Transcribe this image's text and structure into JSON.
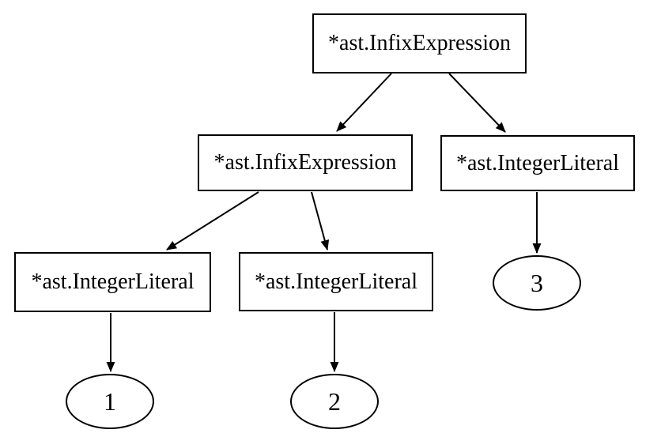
{
  "diagram": {
    "type": "ast-tree",
    "background_color": "#ffffff",
    "node_border_color": "#000000",
    "node_fill_color": "#ffffff",
    "text_color": "#000000",
    "nodes": {
      "root_infix": {
        "label": "*ast.InfixExpression",
        "shape": "box"
      },
      "left_infix": {
        "label": "*ast.InfixExpression",
        "shape": "box"
      },
      "right_intlit": {
        "label": "*ast.IntegerLiteral",
        "shape": "box"
      },
      "bl_intlit": {
        "label": "*ast.IntegerLiteral",
        "shape": "box"
      },
      "bm_intlit": {
        "label": "*ast.IntegerLiteral",
        "shape": "box"
      },
      "leaf_1": {
        "label": "1",
        "shape": "ellipse"
      },
      "leaf_2": {
        "label": "2",
        "shape": "ellipse"
      },
      "leaf_3": {
        "label": "3",
        "shape": "ellipse"
      }
    },
    "edges": [
      {
        "from": "root_infix",
        "to": "left_infix"
      },
      {
        "from": "root_infix",
        "to": "right_intlit"
      },
      {
        "from": "left_infix",
        "to": "bl_intlit"
      },
      {
        "from": "left_infix",
        "to": "bm_intlit"
      },
      {
        "from": "right_intlit",
        "to": "leaf_3"
      },
      {
        "from": "bl_intlit",
        "to": "leaf_1"
      },
      {
        "from": "bm_intlit",
        "to": "leaf_2"
      }
    ]
  }
}
